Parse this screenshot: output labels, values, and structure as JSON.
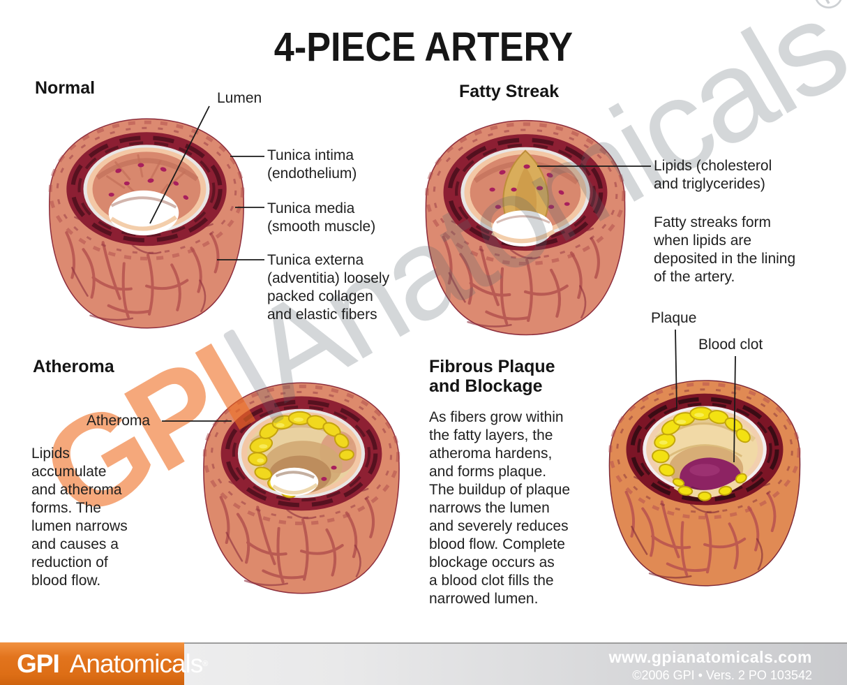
{
  "title": "4-PIECE ARTERY",
  "watermark": {
    "gpi": "GPI",
    "name": "Anatomicals",
    "registered": "®"
  },
  "colors": {
    "accent_orange": "#e2741d",
    "watermark_orange": "#f3a478",
    "watermark_gray": "#d4d6d8",
    "leader_line": "#1a1a1a",
    "artery_outer": "#dc8a71",
    "artery_media": "#8c1f33",
    "fatty_streak": "#d9ad5b",
    "atheroma_yellow": "#f1d81e",
    "plaque_cream": "#f1d9a6",
    "blood_clot_purple": "#8d2363"
  },
  "sections": {
    "normal": {
      "heading": "Normal",
      "labels": {
        "lumen": "Lumen",
        "tunica_intima": "Tunica intima\n(endothelium)",
        "tunica_media": "Tunica media\n(smooth muscle)",
        "tunica_externa": "Tunica externa\n(adventitia) loosely\npacked collagen\nand elastic fibers"
      }
    },
    "fatty_streak": {
      "heading": "Fatty Streak",
      "labels": {
        "lipids": "Lipids (cholesterol\nand triglycerides)"
      },
      "description": "Fatty streaks form\nwhen lipids are\ndeposited in the lining\nof the artery."
    },
    "atheroma": {
      "heading": "Atheroma",
      "labels": {
        "atheroma": "Atheroma"
      },
      "description": "Lipids\naccumulate\nand atheroma\nforms. The\nlumen narrows\nand causes a\nreduction of\nblood flow."
    },
    "fibrous_plaque": {
      "heading": "Fibrous Plaque\nand Blockage",
      "labels": {
        "plaque": "Plaque",
        "blood_clot": "Blood clot"
      },
      "description": "As fibers grow within\nthe fatty layers, the\natheroma hardens,\nand forms plaque.\nThe buildup of plaque\nnarrows the lumen\nand severely reduces\nblood flow. Complete\nblockage occurs as\na blood clot fills the\nnarrowed lumen."
    }
  },
  "footer": {
    "logo": {
      "gpi": "GPI",
      "name": "Anatomicals",
      "registered": "®"
    },
    "website": "www.gpianatomicals.com",
    "copyright": "©2006 GPI • Vers. 2 PO 103542"
  }
}
